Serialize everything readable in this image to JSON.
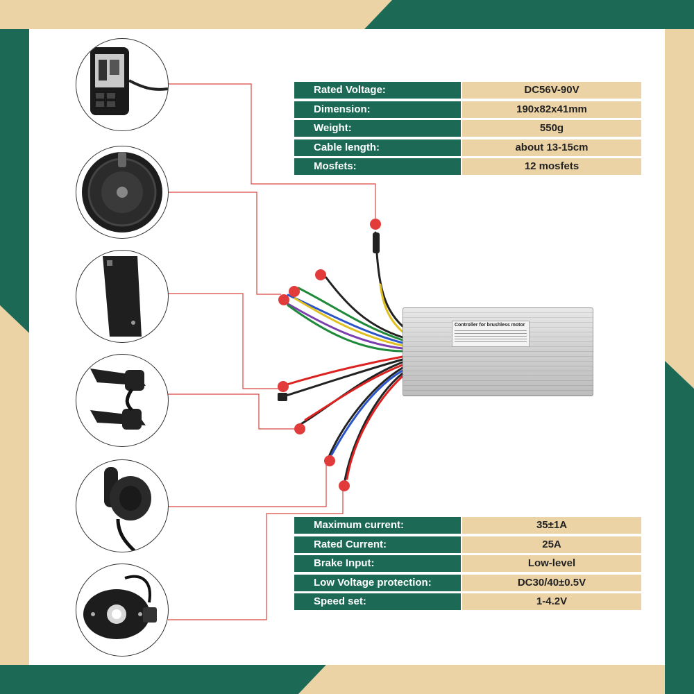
{
  "colors": {
    "accent_green": "#1c6a55",
    "accent_tan": "#ecd3a6",
    "leader_red": "#d9453f"
  },
  "top_specs": [
    {
      "label": "Rated Voltage:",
      "value": "DC56V-90V"
    },
    {
      "label": "Dimension:",
      "value": "190x82x41mm"
    },
    {
      "label": "Weight:",
      "value": "550g"
    },
    {
      "label": "Cable length:",
      "value": "about 13-15cm"
    },
    {
      "label": "Mosfets:",
      "value": "12 mosfets"
    }
  ],
  "bottom_specs": [
    {
      "label": "Maximum current:",
      "value": "35±1A"
    },
    {
      "label": "Rated Current:",
      "value": "25A"
    },
    {
      "label": "Brake Input:",
      "value": "Low-level"
    },
    {
      "label": "Low Voltage protection:",
      "value": "DC30/40±0.5V"
    },
    {
      "label": "Speed set:",
      "value": "1-4.2V"
    }
  ],
  "controller_label": "Controller for brushless motor",
  "accessories": [
    {
      "icon": "lcd-display-icon"
    },
    {
      "icon": "hub-motor-icon"
    },
    {
      "icon": "battery-icon"
    },
    {
      "icon": "brake-lever-icon"
    },
    {
      "icon": "thumb-throttle-icon"
    },
    {
      "icon": "pas-sensor-icon"
    }
  ]
}
